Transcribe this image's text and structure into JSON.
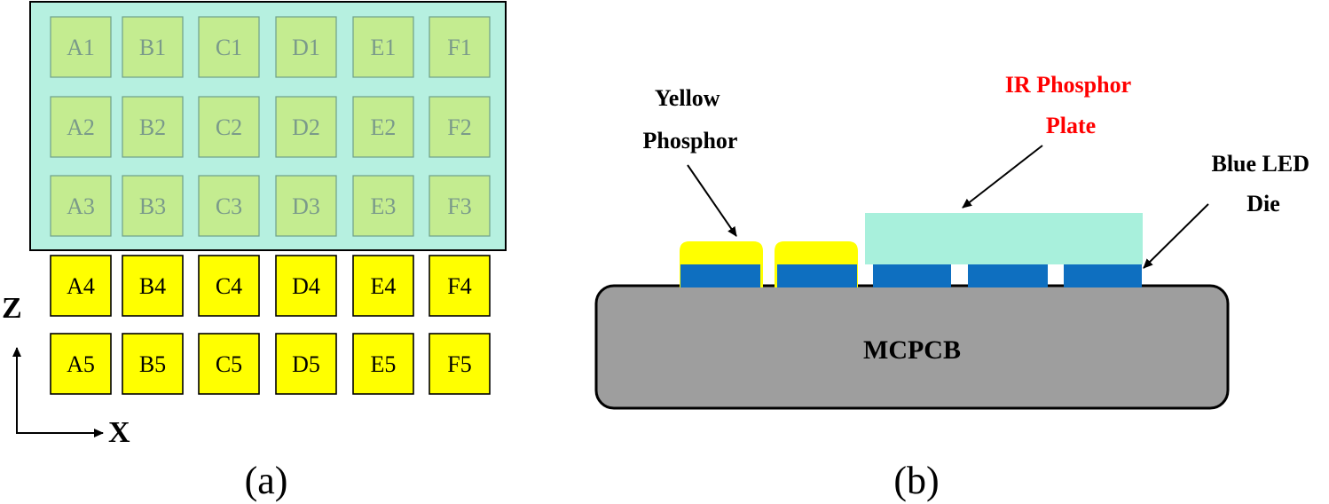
{
  "panel_a": {
    "plate_color": "#b6f0e0",
    "covered_chip_color": "#c4ec90",
    "covered_chip_text_color": "#7a9a8a",
    "exposed_chip_color": "#ffff00",
    "covered_rows": [
      [
        "A1",
        "B1",
        "C1",
        "D1",
        "E1",
        "F1"
      ],
      [
        "A2",
        "B2",
        "C2",
        "D2",
        "E2",
        "F2"
      ],
      [
        "A3",
        "B3",
        "C3",
        "D3",
        "E3",
        "F3"
      ]
    ],
    "exposed_rows": [
      [
        "A4",
        "B4",
        "C4",
        "D4",
        "E4",
        "F4"
      ],
      [
        "A5",
        "B5",
        "C5",
        "D5",
        "E5",
        "F5"
      ]
    ],
    "axis_vertical": "Z",
    "axis_horizontal": "X",
    "caption": "(a)"
  },
  "panel_b": {
    "yellow_phosphor_label": [
      "Yellow",
      "Phosphor"
    ],
    "ir_plate_label": [
      "IR Phosphor",
      "Plate"
    ],
    "ir_label_color": "#ff0000",
    "blue_die_label": [
      "Blue LED",
      "Die"
    ],
    "board_label": "MCPCB",
    "board_color": "#9e9e9e",
    "die_color": "#0e6fc0",
    "yellow_color": "#ffff00",
    "ir_plate_color": "#a8f0dc",
    "caption": "(b)"
  }
}
